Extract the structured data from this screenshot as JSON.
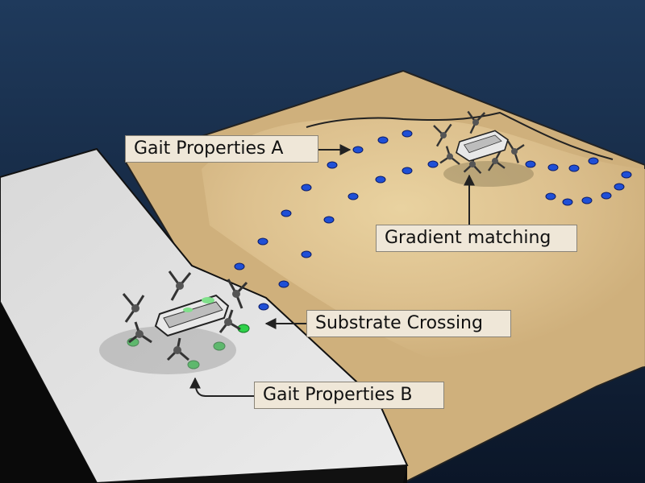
{
  "labels": {
    "gait_a": "Gait Properties A",
    "gradient": "Gradient matching",
    "substrate": "Substrate Crossing",
    "gait_b": "Gait Properties B"
  },
  "colors": {
    "background_top": "#1f3a5c",
    "background_bottom": "#0b1628",
    "sand": "#dcc08e",
    "hill_light": "#ead4a0",
    "slab_top": "#e6e6e6",
    "slab_side": "#0a0a0a",
    "footprint_blue": "#1f4fd6",
    "footprint_green": "#2fd14a",
    "label_bg": "#efe7d8"
  },
  "icons": {
    "robot": "hexapod-robot-icon",
    "arrow": "arrow-icon"
  }
}
